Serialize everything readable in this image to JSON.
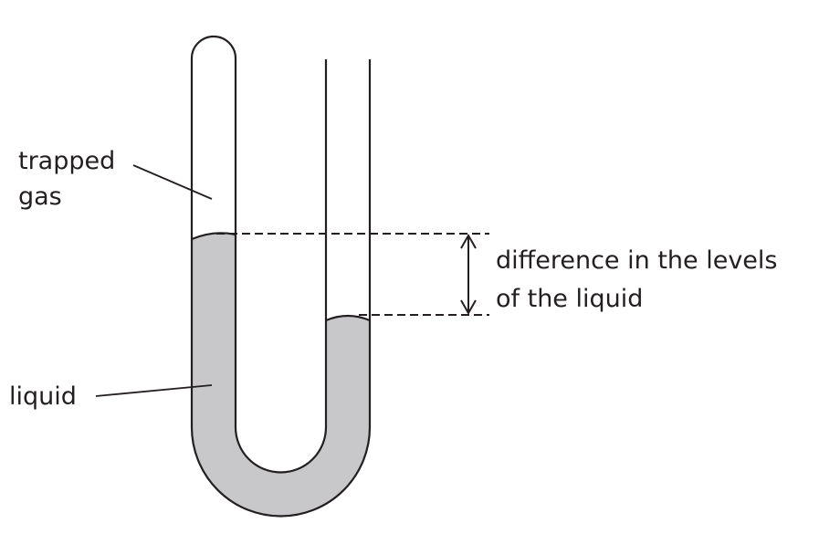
{
  "labels": {
    "trapped_gas_line1": "trapped",
    "trapped_gas_line2": "gas",
    "liquid": "liquid",
    "difference_line1": "difference in the levels",
    "difference_line2": "of the liquid"
  },
  "colors": {
    "liquid_fill": "#c8c8ca",
    "stroke": "#231f20",
    "background": "#ffffff"
  }
}
